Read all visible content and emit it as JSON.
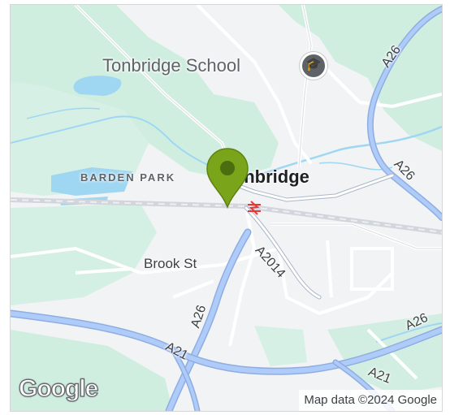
{
  "map": {
    "places": {
      "school": "Tonbridge School",
      "area": "BARDEN PARK",
      "town": "Tonbridge",
      "street": "Brook St"
    },
    "roads": {
      "a26_top": "A26",
      "a26_right": "A26",
      "a26_mid": "A26",
      "a26_bottom_right": "A26",
      "a2014": "A2014",
      "a21_left": "A21",
      "a21_right": "A21"
    },
    "logo_text": "Google",
    "attribution": "Map data ©2024 Google",
    "colors": {
      "land": "#f1f3f4",
      "park": "#cfeee0",
      "water": "#9fd7f2",
      "major_road": "#8eaee0",
      "minor_road": "#ffffff",
      "pin": "#7aa51a"
    },
    "icons": {
      "school": "graduation-cap-icon",
      "station": "rail-station-icon",
      "pin": "map-pin-icon"
    }
  }
}
